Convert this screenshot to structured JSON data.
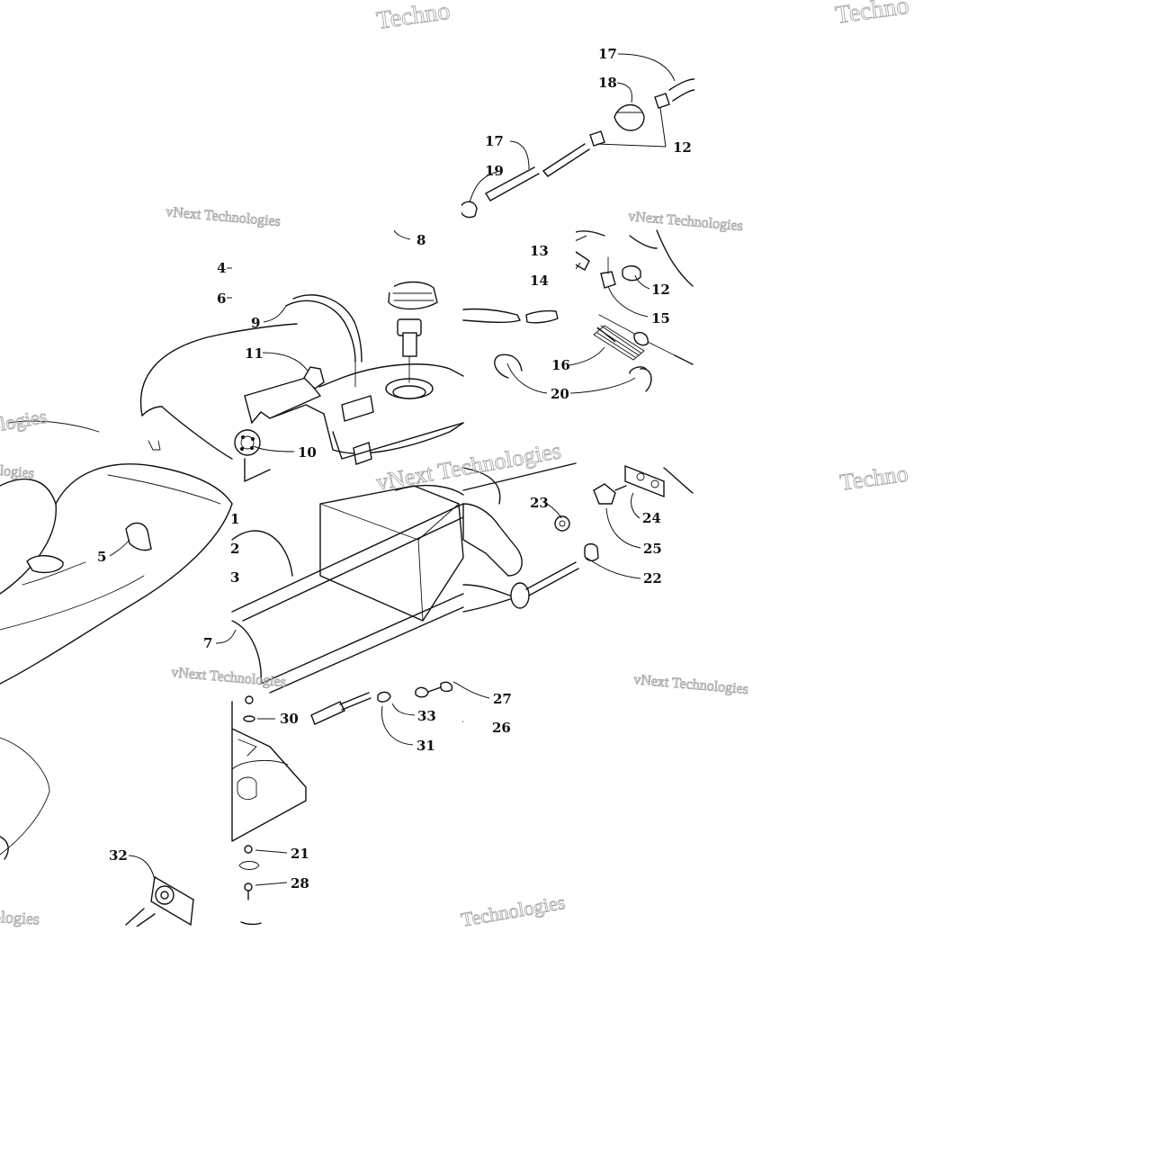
{
  "watermarks": [
    "Techno",
    "Techno",
    "vNext Technologies",
    "vNext Technologies",
    "vNext Technologies",
    "vNext Technologies",
    "vNext Technologies",
    "Techno",
    "Technologies",
    "vNext Technologies",
    "vNext Technologies",
    "vNext Technologies"
  ],
  "callouts": [
    "17",
    "18",
    "17",
    "12",
    "19",
    "8",
    "13",
    "4",
    "14",
    "12",
    "6",
    "9",
    "15",
    "11",
    "16",
    "20",
    "10",
    "23",
    "24",
    "1",
    "25",
    "5",
    "2",
    "22",
    "3",
    "7",
    "27",
    "30",
    "33",
    "26",
    "31",
    "21",
    "32",
    "28"
  ],
  "colors": {
    "line": "#111111",
    "watermark": "#aaaaaa",
    "background": "#ffffff"
  }
}
